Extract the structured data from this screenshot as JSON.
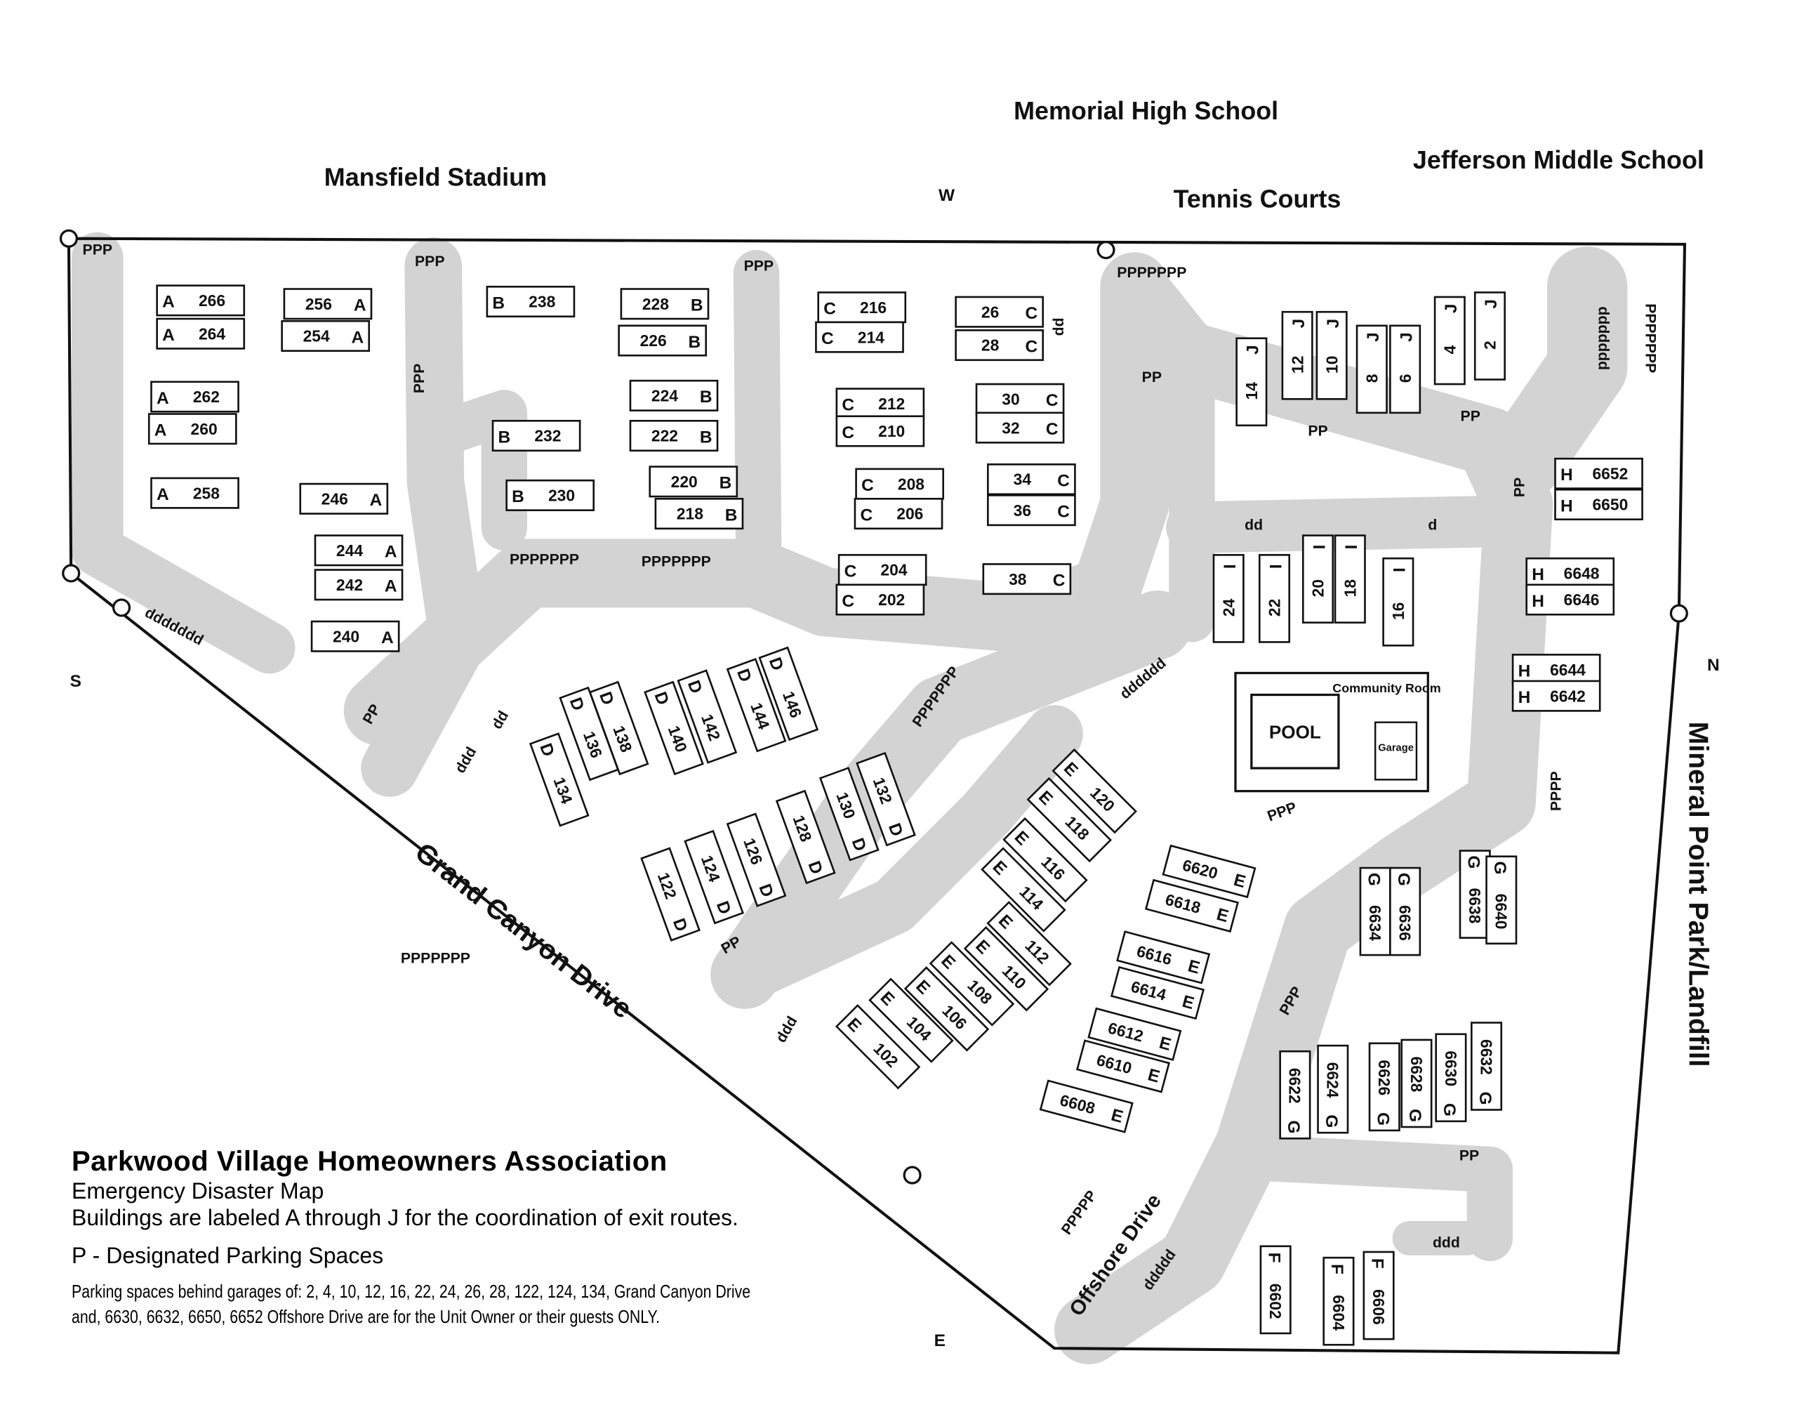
{
  "landmarks": {
    "memorial_high_school": "Memorial High School",
    "mansfield_stadium": "Mansfield Stadium",
    "jefferson_middle_school": "Jefferson Middle School",
    "tennis_courts": "Tennis Courts",
    "mineral_point_park": "Mineral Point Park/Landfill",
    "grand_canyon_drive": "Grand Canyon Drive",
    "offshore_drive": "Offshore Drive",
    "pool": "POOL",
    "community_room": "Community Room",
    "garage": "Garage"
  },
  "compass": {
    "west": "W",
    "south": "S",
    "north": "N",
    "east": "E"
  },
  "units": [
    {
      "number": "266",
      "building": "A"
    },
    {
      "number": "264",
      "building": "A"
    },
    {
      "number": "262",
      "building": "A"
    },
    {
      "number": "260",
      "building": "A"
    },
    {
      "number": "258",
      "building": "A"
    },
    {
      "number": "256",
      "building": "A"
    },
    {
      "number": "254",
      "building": "A"
    },
    {
      "number": "246",
      "building": "A"
    },
    {
      "number": "244",
      "building": "A"
    },
    {
      "number": "242",
      "building": "A"
    },
    {
      "number": "240",
      "building": "A"
    },
    {
      "number": "238",
      "building": "B"
    },
    {
      "number": "232",
      "building": "B"
    },
    {
      "number": "230",
      "building": "B"
    },
    {
      "number": "228",
      "building": "B"
    },
    {
      "number": "226",
      "building": "B"
    },
    {
      "number": "224",
      "building": "B"
    },
    {
      "number": "222",
      "building": "B"
    },
    {
      "number": "220",
      "building": "B"
    },
    {
      "number": "218",
      "building": "B"
    },
    {
      "number": "216",
      "building": "C"
    },
    {
      "number": "214",
      "building": "C"
    },
    {
      "number": "212",
      "building": "C"
    },
    {
      "number": "210",
      "building": "C"
    },
    {
      "number": "208",
      "building": "C"
    },
    {
      "number": "206",
      "building": "C"
    },
    {
      "number": "204",
      "building": "C"
    },
    {
      "number": "202",
      "building": "C"
    },
    {
      "number": "26",
      "building": "C"
    },
    {
      "number": "28",
      "building": "C"
    },
    {
      "number": "30",
      "building": "C"
    },
    {
      "number": "32",
      "building": "C"
    },
    {
      "number": "34",
      "building": "C"
    },
    {
      "number": "36",
      "building": "C"
    },
    {
      "number": "38",
      "building": "C"
    },
    {
      "number": "146",
      "building": "D"
    },
    {
      "number": "144",
      "building": "D"
    },
    {
      "number": "142",
      "building": "D"
    },
    {
      "number": "140",
      "building": "D"
    },
    {
      "number": "138",
      "building": "D"
    },
    {
      "number": "136",
      "building": "D"
    },
    {
      "number": "134",
      "building": "D"
    },
    {
      "number": "132",
      "building": "D"
    },
    {
      "number": "130",
      "building": "D"
    },
    {
      "number": "128",
      "building": "D"
    },
    {
      "number": "126",
      "building": "D"
    },
    {
      "number": "124",
      "building": "D"
    },
    {
      "number": "122",
      "building": "D"
    },
    {
      "number": "120",
      "building": "E"
    },
    {
      "number": "118",
      "building": "E"
    },
    {
      "number": "116",
      "building": "E"
    },
    {
      "number": "114",
      "building": "E"
    },
    {
      "number": "112",
      "building": "E"
    },
    {
      "number": "110",
      "building": "E"
    },
    {
      "number": "108",
      "building": "E"
    },
    {
      "number": "106",
      "building": "E"
    },
    {
      "number": "104",
      "building": "E"
    },
    {
      "number": "102",
      "building": "E"
    },
    {
      "number": "6620",
      "building": "E"
    },
    {
      "number": "6618",
      "building": "E"
    },
    {
      "number": "6616",
      "building": "E"
    },
    {
      "number": "6614",
      "building": "E"
    },
    {
      "number": "6612",
      "building": "E"
    },
    {
      "number": "6610",
      "building": "E"
    },
    {
      "number": "6608",
      "building": "E"
    },
    {
      "number": "6602",
      "building": "F"
    },
    {
      "number": "6604",
      "building": "F"
    },
    {
      "number": "6606",
      "building": "F"
    },
    {
      "number": "6622",
      "building": "G"
    },
    {
      "number": "6624",
      "building": "G"
    },
    {
      "number": "6626",
      "building": "G"
    },
    {
      "number": "6628",
      "building": "G"
    },
    {
      "number": "6630",
      "building": "G"
    },
    {
      "number": "6632",
      "building": "G"
    },
    {
      "number": "6634",
      "building": "G"
    },
    {
      "number": "6636",
      "building": "G"
    },
    {
      "number": "6638",
      "building": "G"
    },
    {
      "number": "6640",
      "building": "G"
    },
    {
      "number": "6652",
      "building": "H"
    },
    {
      "number": "6650",
      "building": "H"
    },
    {
      "number": "6648",
      "building": "H"
    },
    {
      "number": "6646",
      "building": "H"
    },
    {
      "number": "6644",
      "building": "H"
    },
    {
      "number": "6642",
      "building": "H"
    },
    {
      "number": "24",
      "building": "I"
    },
    {
      "number": "22",
      "building": "I"
    },
    {
      "number": "20",
      "building": "I"
    },
    {
      "number": "18",
      "building": "I"
    },
    {
      "number": "16",
      "building": "I"
    },
    {
      "number": "14",
      "building": "J"
    },
    {
      "number": "12",
      "building": "J"
    },
    {
      "number": "10",
      "building": "J"
    },
    {
      "number": "8",
      "building": "J"
    },
    {
      "number": "6",
      "building": "J"
    },
    {
      "number": "4",
      "building": "J"
    },
    {
      "number": "2",
      "building": "J"
    }
  ],
  "parking_labels": [
    "PPP",
    "PPP",
    "PPP",
    "PPPPPPP",
    "PPPPPPP",
    "PPPPPPP",
    "ddddddd",
    "PPP",
    "ddddddd",
    "PPPPPPP",
    "PPPPPPP",
    "dddddd",
    "PPPPPPP",
    "ddd",
    "PP",
    "PP",
    "ddd",
    "PP",
    "dd",
    "PPPP",
    "PPP",
    "PPP",
    "PPPPP",
    "ddddd",
    "ddd",
    "PP",
    "PP",
    "PP",
    "PP",
    "dd",
    "d",
    "dd"
  ],
  "legend": {
    "title": "Parkwood Village Homeowners Association",
    "subtitle": "Emergency Disaster Map",
    "description": "Buildings are labeled A through J for the coordination of exit routes.",
    "parking_key": "P - Designated Parking Spaces",
    "note_line1": "Parking spaces behind garages of:  2, 4, 10, 12, 16, 22, 24, 26, 28, 122, 124, 134, Grand Canyon Drive",
    "note_line2": "and, 6630, 6632, 6650, 6652 Offshore Drive are for the Unit Owner or their guests ONLY."
  }
}
